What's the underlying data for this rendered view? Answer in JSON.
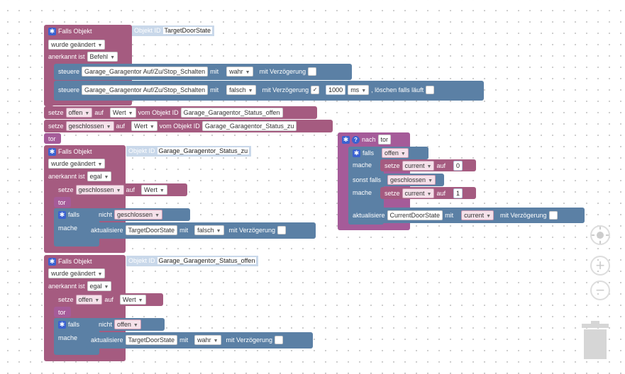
{
  "block1": {
    "falls_objekt": "Falls Objekt",
    "objekt_id_label": "Objekt ID",
    "objekt_id_value": "TargetDoorState",
    "wurde_geaendert": "wurde geändert",
    "anerkannt_ist": "anerkannt ist",
    "anerkannt_value": "Befehl",
    "r1": {
      "steuere": "steuere",
      "target": "Garage_Garagentor Auf/Zu/Stop_Schalten",
      "mit": "mit",
      "value": "wahr",
      "verz": "mit Verzögerung"
    },
    "r2": {
      "steuere": "steuere",
      "target": "Garage_Garagentor Auf/Zu/Stop_Schalten",
      "mit": "mit",
      "value": "falsch",
      "verz": "mit Verzögerung",
      "check": "✓",
      "ms_value": "1000",
      "ms_unit": "ms",
      "loeschen": ", löschen falls läuft"
    }
  },
  "setze1": {
    "setze": "setze",
    "var": "offen",
    "auf": "auf",
    "wert": "Wert",
    "vom": "vom Objekt ID",
    "obj": "Garage_Garagentor_Status_offen"
  },
  "setze2": {
    "setze": "setze",
    "var": "geschlossen",
    "auf": "auf",
    "wert": "Wert",
    "vom": "vom Objekt ID",
    "obj": "Garage_Garagentor_Status_zu"
  },
  "tor": "tor",
  "block2": {
    "falls_objekt": "Falls Objekt",
    "objekt_id_label": "Objekt ID",
    "objekt_id_value": "Garage_Garagentor_Status_zu",
    "wurde_geaendert": "wurde geändert",
    "anerkannt_ist": "anerkannt ist",
    "anerkannt_value": "egal",
    "setze": "setze",
    "var": "geschlossen",
    "auf": "auf",
    "wert": "Wert",
    "tor": "tor",
    "falls": "falls",
    "nicht": "nicht",
    "cond": "geschlossen",
    "mache": "mache",
    "aktualisiere": "aktualisiere",
    "target": "TargetDoorState",
    "mit": "mit",
    "value": "falsch",
    "verz": "mit Verzögerung"
  },
  "block3": {
    "falls_objekt": "Falls Objekt",
    "objekt_id_label": "Objekt ID",
    "objekt_id_value": "Garage_Garagentor_Status_offen",
    "wurde_geaendert": "wurde geändert",
    "anerkannt_ist": "anerkannt ist",
    "anerkannt_value": "egal",
    "setze": "setze",
    "var": "offen",
    "auf": "auf",
    "wert": "Wert",
    "tor": "tor",
    "falls": "falls",
    "nicht": "nicht",
    "cond": "offen",
    "mache": "mache",
    "aktualisiere": "aktualisiere",
    "target": "TargetDoorState",
    "mit": "mit",
    "value": "wahr",
    "verz": "mit Verzögerung"
  },
  "proc": {
    "nach": "nach",
    "name": "tor",
    "falls": "falls",
    "cond1": "offen",
    "mache1": "mache",
    "setze1": "setze",
    "var1": "current",
    "auf1": "auf",
    "val1": "0",
    "sonst_falls": "sonst falls",
    "cond2": "geschlossen",
    "mache2": "mache",
    "setze2": "setze",
    "var2": "current",
    "auf2": "auf",
    "val2": "1",
    "aktualisiere": "aktualisiere",
    "target": "CurrentDoorState",
    "mit": "mit",
    "value": "current",
    "verz": "mit Verzögerung"
  },
  "controls": {
    "center_icon": "target-icon",
    "zoom_in": "+",
    "zoom_out": "−",
    "trash_icon": "trash-icon"
  }
}
